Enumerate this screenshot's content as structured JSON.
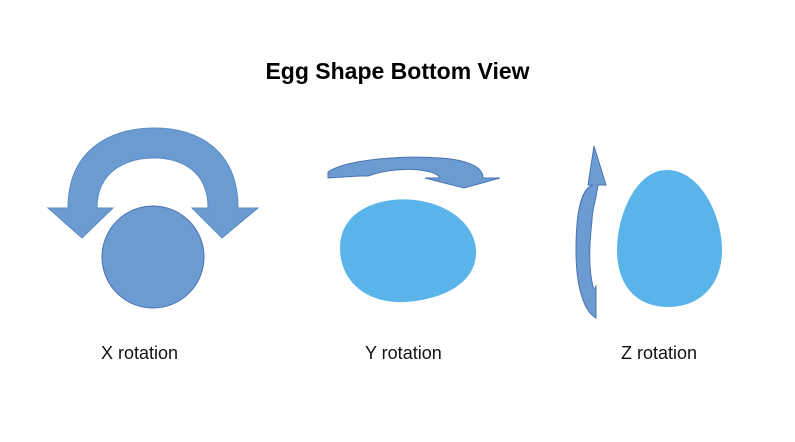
{
  "title": "Egg Shape Bottom View",
  "panels": [
    {
      "label": "X rotation",
      "shape": "circle",
      "arrow": "curved-arrow-over-top"
    },
    {
      "label": "Y rotation",
      "shape": "egg-side",
      "arrow": "curved-arrow-horizontal"
    },
    {
      "label": "Z rotation",
      "shape": "egg-upright",
      "arrow": "curved-arrow-vertical"
    }
  ],
  "colors": {
    "arrow_fill": "#6b9bd1",
    "arrow_stroke": "#4a74b0",
    "circle_fill": "#6b9bd1",
    "egg_fill": "#5ab4ea"
  }
}
